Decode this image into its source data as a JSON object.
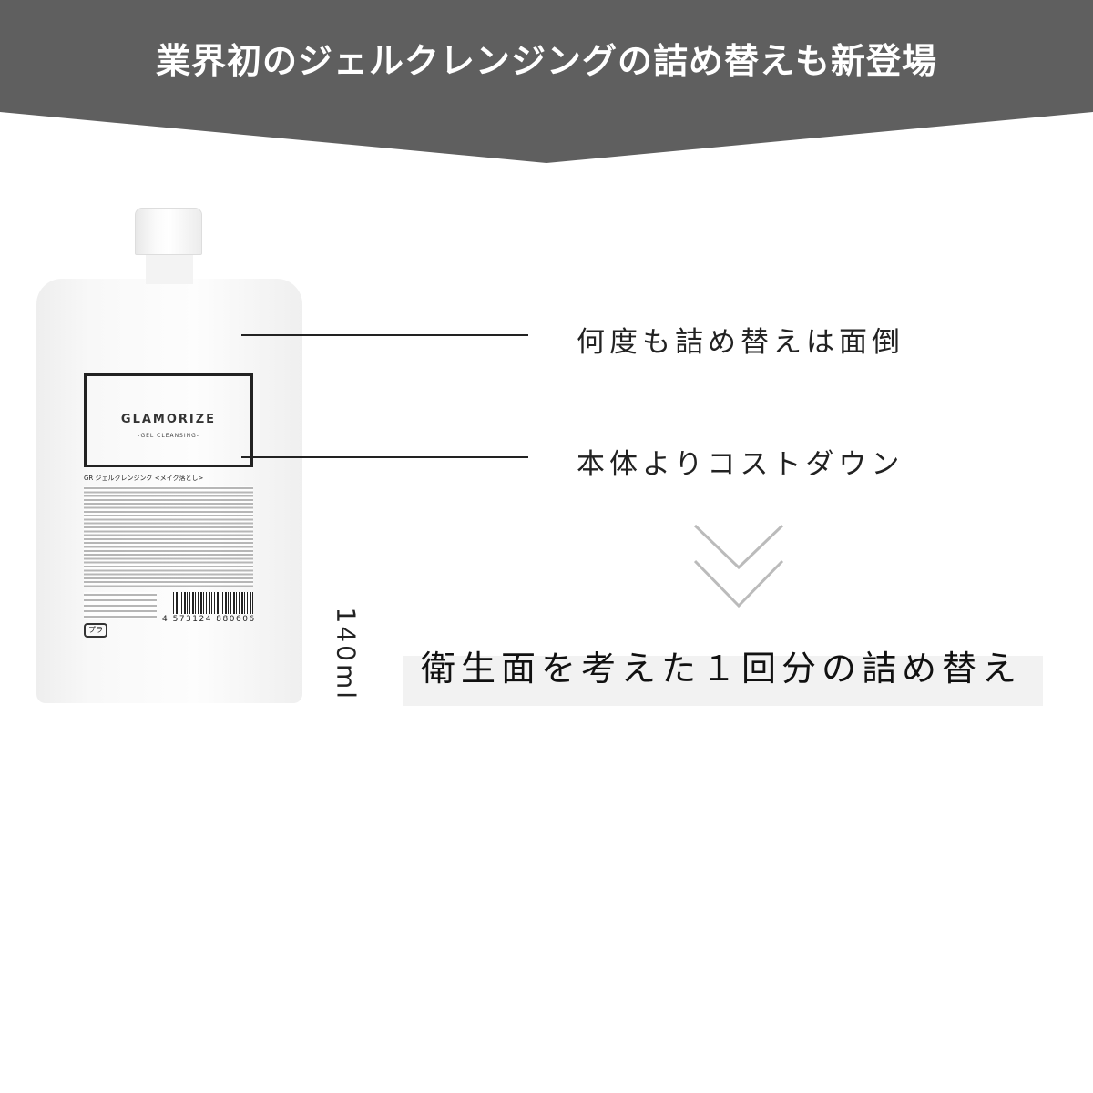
{
  "banner": {
    "title": "業界初のジェルクレンジングの詰め替えも新登場",
    "color": "#5f5f5f"
  },
  "product": {
    "brand": "GLAMORIZE",
    "subtitle": "-GEL CLEANSING-",
    "name": "GR ジェルクレンジング <メイク落とし>",
    "barcode": "4 573124 880606",
    "recycle_mark": "プラ",
    "volume": "140ml"
  },
  "callouts": [
    "何度も詰め替えは面倒",
    "本体よりコストダウン"
  ],
  "highlight": {
    "text": "衛生面を考えた１回分の詰め替え",
    "bar_color": "#f2f2f2"
  },
  "arrow_color": "#bbbbbb"
}
